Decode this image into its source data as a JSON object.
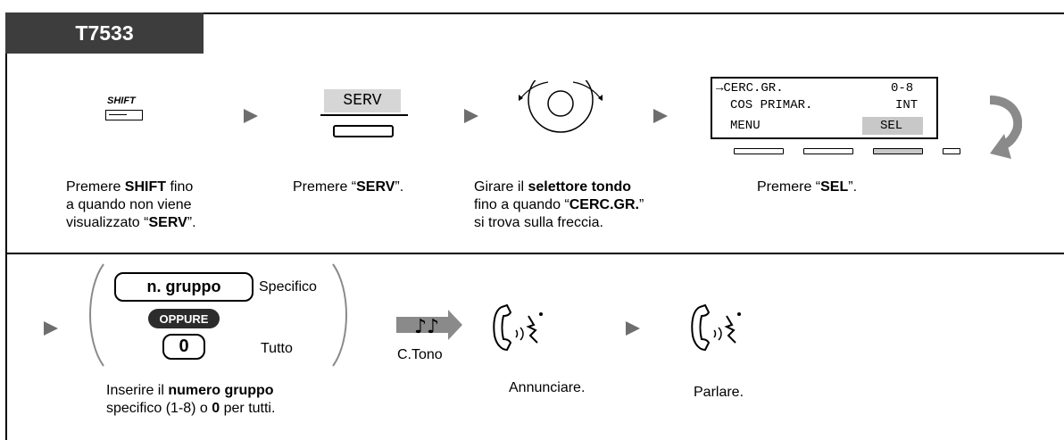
{
  "model_tag": "T7533",
  "steps": {
    "shift": {
      "key_label": "SHIFT",
      "cap_l1_pre": "Premere ",
      "cap_l1_b": "SHIFT",
      "cap_l1_post": " fino",
      "cap_l2": "a quando non viene",
      "cap_l3_pre": "visualizzato “",
      "cap_l3_b": "SERV",
      "cap_l3_post": "”."
    },
    "serv": {
      "key_label": "SERV",
      "cap_pre": "Premere “",
      "cap_b": "SERV",
      "cap_post": "”."
    },
    "jog": {
      "cap_l1_pre": "Girare il ",
      "cap_l1_b": "selettore tondo",
      "cap_l2_pre": "fino a quando “",
      "cap_l2_b": "CERC.GR.",
      "cap_l2_post": "”",
      "cap_l3": "si trova sulla freccia."
    },
    "display": {
      "row1_left": "→CERC.GR.",
      "row1_right": "0-8",
      "row2_left": "COS PRIMAR.",
      "row2_right": "INT",
      "row3_left": "MENU",
      "row3_right": "SEL",
      "cap_pre": "Premere “",
      "cap_b": "SEL",
      "cap_post": "”."
    },
    "group": {
      "box_label": "n. gruppo",
      "specific_label": "Specifico",
      "or_label": "OPPURE",
      "zero_label": "0",
      "all_label": "Tutto",
      "cap_l1_pre": "Inserire il ",
      "cap_l1_b": "numero gruppo",
      "cap_l2_pre": "specifico (1-8) o ",
      "cap_l2_b": "0",
      "cap_l2_post": " per tutti."
    },
    "tone": {
      "label": "C.Tono"
    },
    "announce": {
      "cap": "Annunciare."
    },
    "talk": {
      "cap": "Parlare."
    }
  },
  "colors": {
    "tag_bg": "#3d3d3d",
    "arrow": "#6e6e6e",
    "key_gray": "#c8c8c8",
    "return_arrow": "#8a8a8a"
  }
}
